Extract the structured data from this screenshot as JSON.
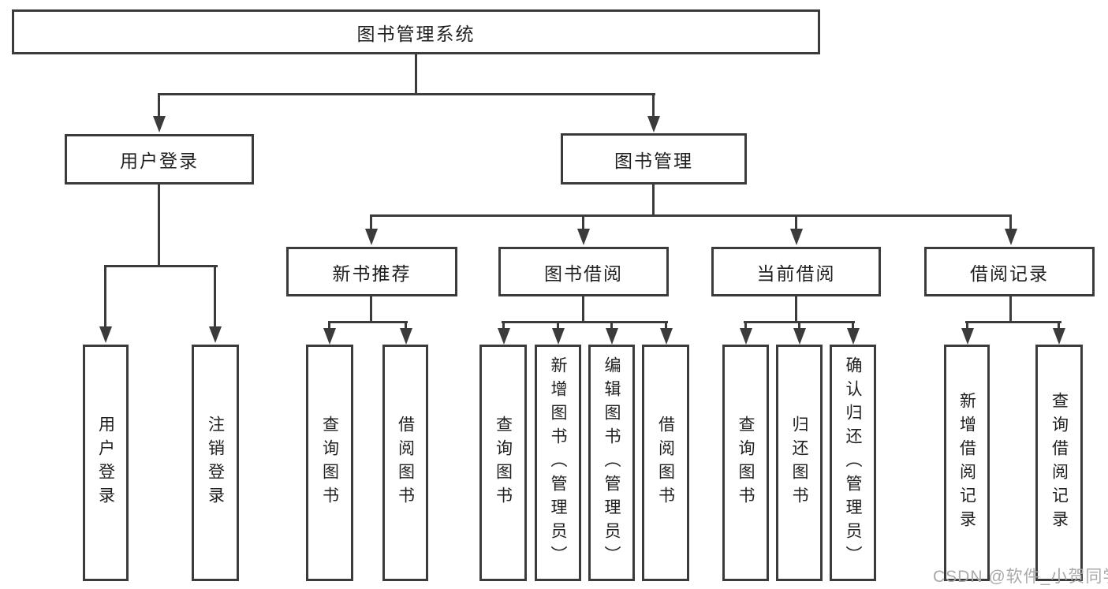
{
  "diagram": {
    "type": "hierarchy-tree",
    "tree": {
      "label": "图书管理系统",
      "children": [
        {
          "label": "用户登录",
          "children": [
            {
              "label": "用户登录"
            },
            {
              "label": "注销登录"
            }
          ]
        },
        {
          "label": "图书管理",
          "children": [
            {
              "label": "新书推荐",
              "children": [
                {
                  "label": "查询图书"
                },
                {
                  "label": "借阅图书"
                }
              ]
            },
            {
              "label": "图书借阅",
              "children": [
                {
                  "label": "查询图书"
                },
                {
                  "label": "新增图书（管理员）"
                },
                {
                  "label": "编辑图书（管理员）"
                },
                {
                  "label": "借阅图书"
                }
              ]
            },
            {
              "label": "当前借阅",
              "children": [
                {
                  "label": "查询图书"
                },
                {
                  "label": "归还图书"
                },
                {
                  "label": "确认归还（管理员）"
                }
              ]
            },
            {
              "label": "借阅记录",
              "children": [
                {
                  "label": "新增借阅记录"
                },
                {
                  "label": "查询借阅记录"
                }
              ]
            }
          ]
        }
      ]
    },
    "watermark": "CSDN @软件_小贺同学",
    "colors": {
      "line": "#3b3b3b",
      "text": "#1f1f1f",
      "background": "#ffffff",
      "watermark": "#a9a9a9"
    }
  }
}
